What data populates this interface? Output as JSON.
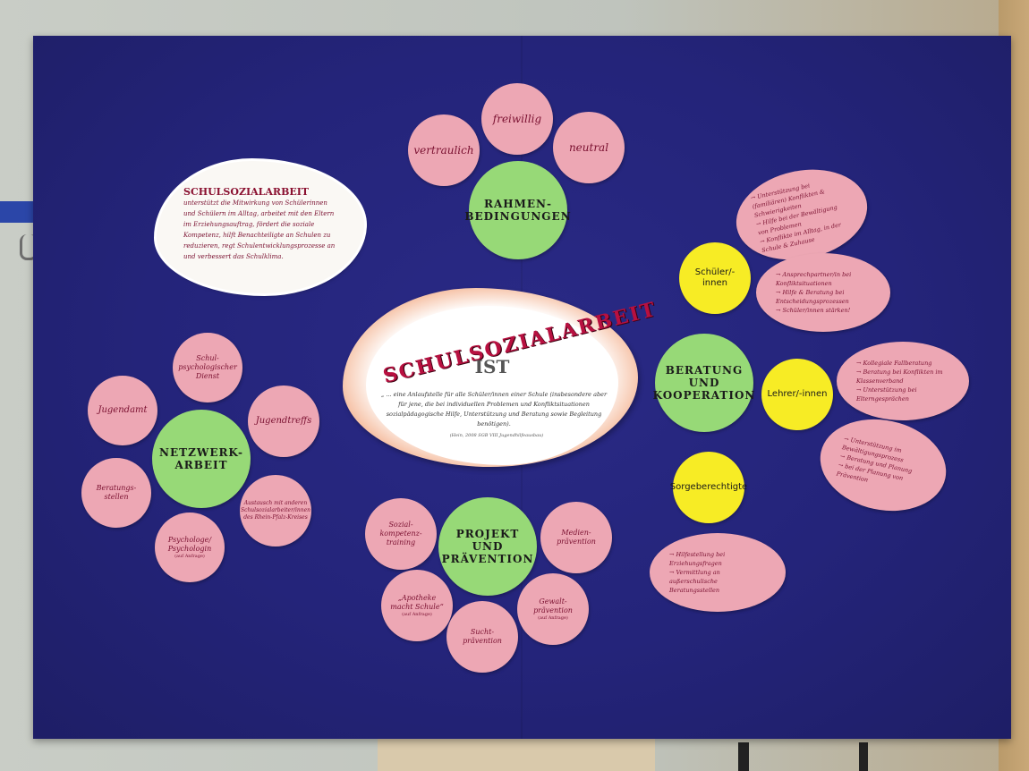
{
  "poster": {
    "main_title": "SCHULSOZIALARBEIT",
    "main_subtitle": "IST",
    "main_description": "„ ... eine Anlaufstelle für alle Schüler/innen einer Schule (insbesondere aber für jene, die bei individuellen Problemen und Konfliktsituationen sozialpädagogische Hilfe, Unterstützung und Beratung sowie Begleitung benötigen).",
    "main_source": "(Hein, 2008 SGB VIII Jugendhilfeausbau)",
    "intro_cloud": {
      "title": "SCHULSOZIALARBEIT",
      "text": "unterstützt die Mitwirkung von Schülerinnen und Schülern im Alltag, arbeitet mit den Eltern im Erziehungsauftrag, fördert die soziale Kompetenz, hilft Benachteiligte an Schulen zu reduzieren, regt Schulentwicklungsprozesse an und verbessert das Schulklima."
    }
  },
  "rahmen": {
    "center": "RAHMEN-BEDINGUNGEN",
    "items": [
      "vertraulich",
      "freiwillig",
      "neutral"
    ]
  },
  "netzwerk": {
    "center": "NETZWERK-ARBEIT",
    "items": [
      {
        "label": "Schul-psychologischer Dienst",
        "note": ""
      },
      {
        "label": "Jugendamt",
        "note": ""
      },
      {
        "label": "Jugendtreffs",
        "note": ""
      },
      {
        "label": "Beratungs-stellen",
        "note": ""
      },
      {
        "label": "Austausch mit anderen Schulsozialarbeiter/innen des Rhein-Pfalz-Kreises",
        "note": ""
      },
      {
        "label": "Psychologe/ Psychologin",
        "note": "(auf Anfrage)"
      }
    ]
  },
  "projekt": {
    "center": "PROJEKT UND PRÄVENTION",
    "items": [
      {
        "label": "Sozial-kompetenz-training",
        "note": ""
      },
      {
        "label": "Medien-prävention",
        "note": ""
      },
      {
        "label": "„Apotheke macht Schule“",
        "note": "(auf Anfrage)"
      },
      {
        "label": "Sucht-prävention",
        "note": ""
      },
      {
        "label": "Gewalt-prävention",
        "note": "(auf Anfrage)"
      }
    ]
  },
  "beratung": {
    "center": "BERATUNG UND KOOPERATION",
    "groups": [
      {
        "label": "Schüler/-innen",
        "notes": [
          [
            "→ Unterstützung bei (familiären) Konflikten & Schwierigkeiten",
            "→ Hilfe bei der Bewältigung von Problemen",
            "→ Konflikte im Alltag, in der Schule & Zuhause"
          ],
          [
            "→ Ansprechpartner/in bei Konfliktsituationen",
            "→ Hilfe & Beratung bei Entscheidungsprozessen",
            "→ Schüler/innen stärken!"
          ]
        ]
      },
      {
        "label": "Lehrer/-innen",
        "notes": [
          [
            "→ Kollegiale Fallberatung",
            "→ Beratung bei Konflikten im Klassenverband",
            "→ Unterstützung bei Elterngesprächen"
          ],
          [
            "→ Unterstützung im Bewältigungsprozess",
            "→ Beratung und Planung",
            "→ bei der Planung von Prävention"
          ]
        ]
      },
      {
        "label": "Sorgeberechtigte",
        "notes": [
          [
            "→ Hilfestellung bei Erziehungsfragen",
            "→ Vermittlung an außerschulische Beratungsstellen"
          ]
        ]
      }
    ]
  }
}
